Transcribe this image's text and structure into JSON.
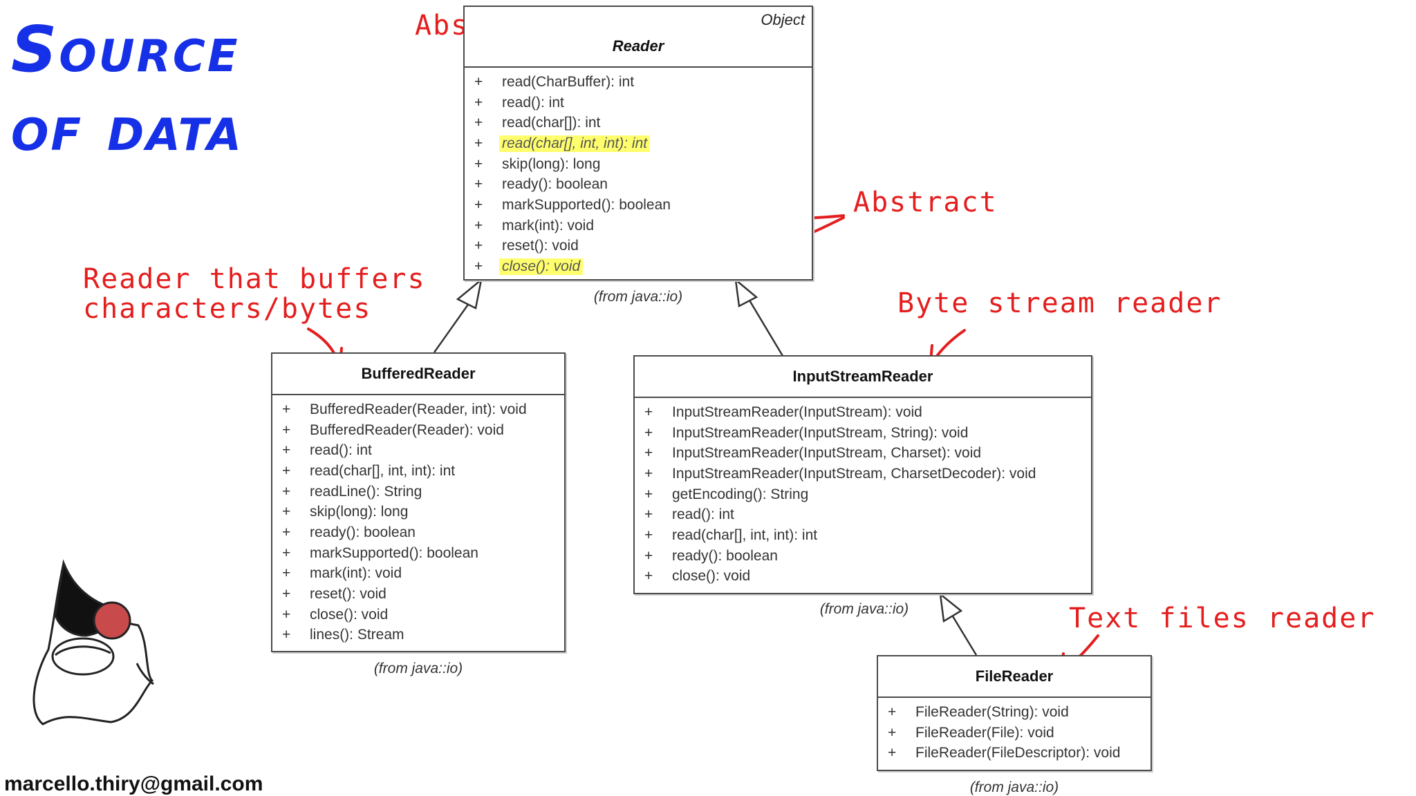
{
  "title": {
    "line1": "Source",
    "line2": "of data"
  },
  "email": "marcello.thiry@gmail.com",
  "notes": {
    "abstract_top": "Abstract",
    "abstract_right": "Abstract",
    "buffers": [
      "Reader that buffers",
      "characters/bytes"
    ],
    "byte_stream": "Byte stream reader",
    "text_files": "Text files reader"
  },
  "from_label": "(from java::io)",
  "classes": {
    "reader": {
      "name": "Reader",
      "stereotype": "Object",
      "methods": [
        {
          "vis": "+",
          "sig": "read(CharBuffer): int"
        },
        {
          "vis": "+",
          "sig": "read(): int"
        },
        {
          "vis": "+",
          "sig": "read(char[]): int"
        },
        {
          "vis": "+",
          "sig": "read(char[], int, int): int"
        },
        {
          "vis": "+",
          "sig": "skip(long): long"
        },
        {
          "vis": "+",
          "sig": "ready(): boolean"
        },
        {
          "vis": "+",
          "sig": "markSupported(): boolean"
        },
        {
          "vis": "+",
          "sig": "mark(int): void"
        },
        {
          "vis": "+",
          "sig": "reset(): void"
        },
        {
          "vis": "+",
          "sig": "close(): void"
        }
      ]
    },
    "buffered": {
      "name": "BufferedReader",
      "methods": [
        {
          "vis": "+",
          "sig": "BufferedReader(Reader, int): void"
        },
        {
          "vis": "+",
          "sig": "BufferedReader(Reader): void"
        },
        {
          "vis": "+",
          "sig": "read(): int"
        },
        {
          "vis": "+",
          "sig": "read(char[], int, int): int"
        },
        {
          "vis": "+",
          "sig": "readLine(): String"
        },
        {
          "vis": "+",
          "sig": "skip(long): long"
        },
        {
          "vis": "+",
          "sig": "ready(): boolean"
        },
        {
          "vis": "+",
          "sig": "markSupported(): boolean"
        },
        {
          "vis": "+",
          "sig": "mark(int): void"
        },
        {
          "vis": "+",
          "sig": "reset(): void"
        },
        {
          "vis": "+",
          "sig": "close(): void"
        },
        {
          "vis": "+",
          "sig": "lines(): Stream"
        }
      ]
    },
    "isr": {
      "name": "InputStreamReader",
      "methods": [
        {
          "vis": "+",
          "sig": "InputStreamReader(InputStream): void"
        },
        {
          "vis": "+",
          "sig": "InputStreamReader(InputStream, String): void"
        },
        {
          "vis": "+",
          "sig": "InputStreamReader(InputStream, Charset): void"
        },
        {
          "vis": "+",
          "sig": "InputStreamReader(InputStream, CharsetDecoder): void"
        },
        {
          "vis": "+",
          "sig": "getEncoding(): String"
        },
        {
          "vis": "+",
          "sig": "read(): int"
        },
        {
          "vis": "+",
          "sig": "read(char[], int, int): int"
        },
        {
          "vis": "+",
          "sig": "ready(): boolean"
        },
        {
          "vis": "+",
          "sig": "close(): void"
        }
      ]
    },
    "file": {
      "name": "FileReader",
      "methods": [
        {
          "vis": "+",
          "sig": "FileReader(String): void"
        },
        {
          "vis": "+",
          "sig": "FileReader(File): void"
        },
        {
          "vis": "+",
          "sig": "FileReader(FileDescriptor): void"
        }
      ]
    }
  },
  "colors": {
    "title": "#1530e6",
    "annotation": "#e41e1e",
    "highlight": "#ffff6e"
  }
}
